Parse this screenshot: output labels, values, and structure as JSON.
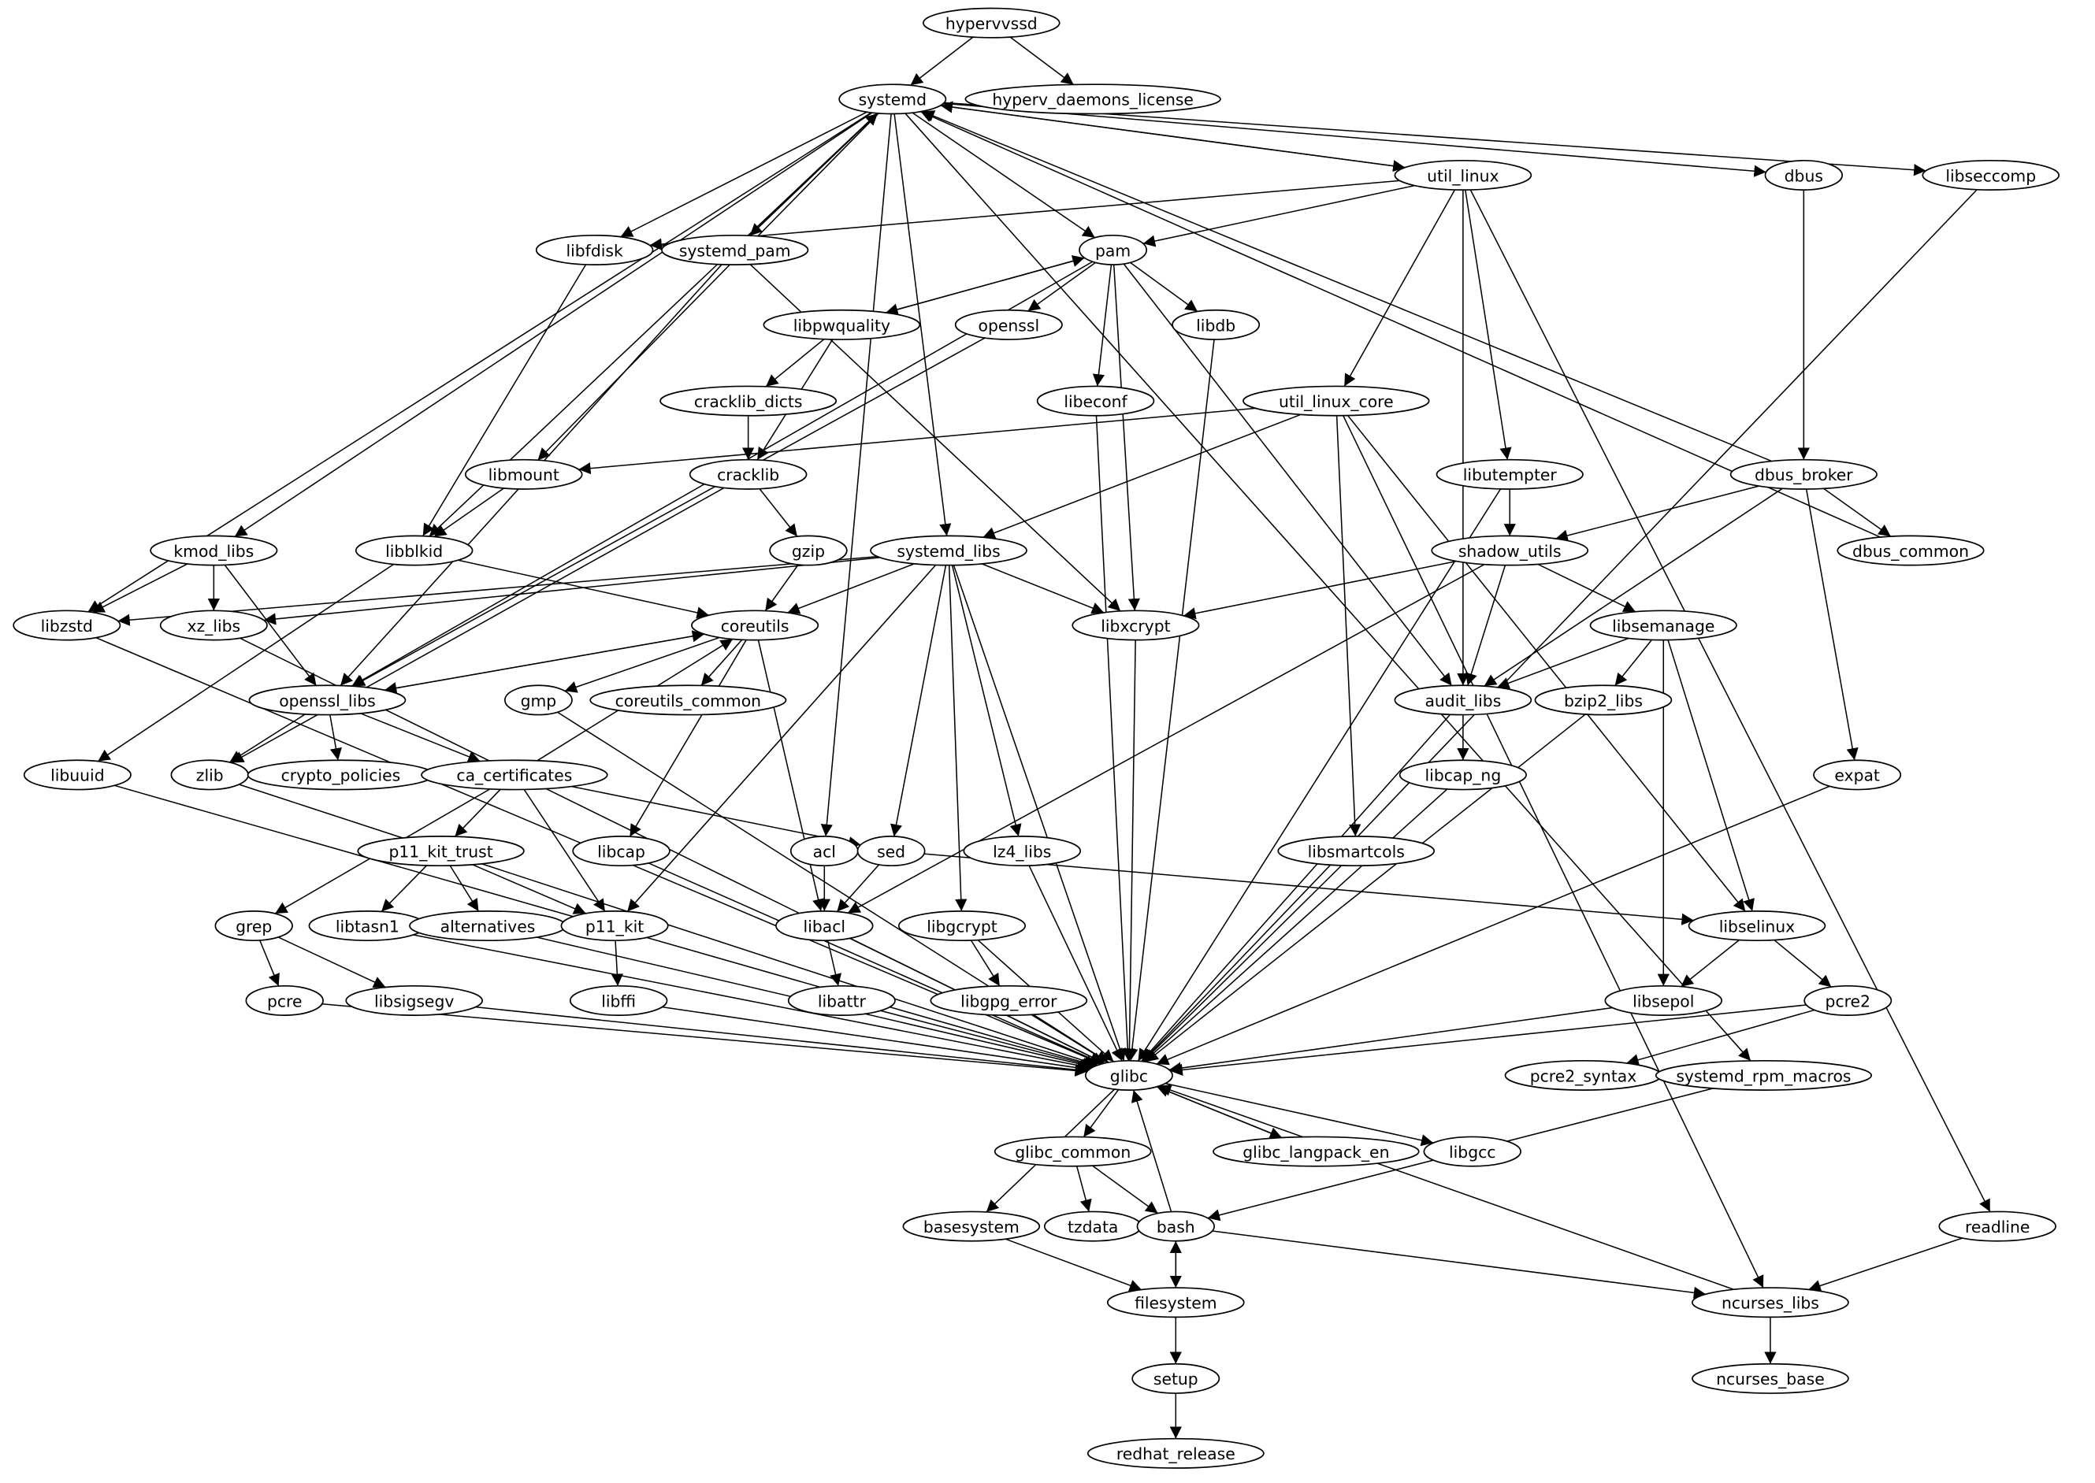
{
  "nodes": [
    "hypervvssd",
    "hyperv_daemons_license",
    "systemd",
    "util_linux",
    "dbus",
    "libseccomp",
    "libfdisk",
    "systemd_pam",
    "pam",
    "libpwquality",
    "openssl",
    "libdb",
    "libeconf",
    "util_linux_core",
    "cracklib_dicts",
    "libmount",
    "cracklib",
    "libutempter",
    "dbus_broker",
    "kmod_libs",
    "libblkid",
    "gzip",
    "systemd_libs",
    "shadow_utils",
    "dbus_common",
    "libzstd",
    "xz_libs",
    "coreutils",
    "libxcrypt",
    "libsemanage",
    "openssl_libs",
    "gmp",
    "coreutils_common",
    "audit_libs",
    "bzip2_libs",
    "libuuid",
    "zlib",
    "crypto_policies",
    "ca_certificates",
    "libcap_ng",
    "expat",
    "p11_kit_trust",
    "libcap",
    "acl",
    "sed",
    "lz4_libs",
    "libsmartcols",
    "grep",
    "libtasn1",
    "alternatives",
    "p11_kit",
    "libacl",
    "libgcrypt",
    "libselinux",
    "pcre",
    "libsigsegv",
    "libffi",
    "libattr",
    "libgpg_error",
    "libsepol",
    "pcre2",
    "glibc",
    "pcre2_syntax",
    "systemd_rpm_macros",
    "glibc_common",
    "glibc_langpack_en",
    "libgcc",
    "basesystem",
    "tzdata",
    "bash",
    "readline",
    "filesystem",
    "ncurses_libs",
    "setup",
    "ncurses_base",
    "redhat_release"
  ],
  "edges": [
    [
      "hypervvssd",
      "systemd"
    ],
    [
      "hypervvssd",
      "hyperv_daemons_license"
    ],
    [
      "systemd",
      "util_linux"
    ],
    [
      "systemd",
      "dbus"
    ],
    [
      "systemd",
      "libseccomp"
    ],
    [
      "systemd",
      "libfdisk"
    ],
    [
      "systemd",
      "systemd_pam"
    ],
    [
      "systemd",
      "pam"
    ],
    [
      "systemd",
      "libmount"
    ],
    [
      "systemd",
      "libblkid"
    ],
    [
      "systemd",
      "kmod_libs"
    ],
    [
      "systemd",
      "libzstd"
    ],
    [
      "systemd",
      "systemd_libs"
    ],
    [
      "systemd",
      "acl"
    ],
    [
      "systemd",
      "systemd_rpm_macros"
    ],
    [
      "systemd_pam",
      "systemd"
    ],
    [
      "systemd_pam",
      "libxcrypt"
    ],
    [
      "systemd_pam",
      "openssl_libs"
    ],
    [
      "dbus",
      "dbus_broker"
    ],
    [
      "dbus_broker",
      "systemd"
    ],
    [
      "dbus_common",
      "systemd"
    ],
    [
      "util_linux",
      "systemd"
    ],
    [
      "util_linux",
      "libfdisk"
    ],
    [
      "util_linux",
      "pam"
    ],
    [
      "util_linux",
      "util_linux_core"
    ],
    [
      "util_linux",
      "libutempter"
    ],
    [
      "util_linux",
      "audit_libs"
    ],
    [
      "util_linux",
      "readline"
    ],
    [
      "libfdisk",
      "libblkid"
    ],
    [
      "pam",
      "openssl"
    ],
    [
      "pam",
      "libdb"
    ],
    [
      "pam",
      "libeconf"
    ],
    [
      "pam",
      "libxcrypt"
    ],
    [
      "pam",
      "audit_libs"
    ],
    [
      "pam",
      "libpwquality"
    ],
    [
      "pam",
      "openssl_libs"
    ],
    [
      "libpwquality",
      "pam"
    ],
    [
      "libpwquality",
      "cracklib_dicts"
    ],
    [
      "libpwquality",
      "cracklib"
    ],
    [
      "openssl",
      "openssl_libs"
    ],
    [
      "libdb",
      "glibc"
    ],
    [
      "libeconf",
      "glibc"
    ],
    [
      "cracklib_dicts",
      "cracklib"
    ],
    [
      "cracklib",
      "gzip"
    ],
    [
      "cracklib",
      "zlib"
    ],
    [
      "util_linux_core",
      "libmount"
    ],
    [
      "util_linux_core",
      "systemd_libs"
    ],
    [
      "util_linux_core",
      "libsmartcols"
    ],
    [
      "util_linux_core",
      "libselinux"
    ],
    [
      "util_linux_core",
      "ncurses_libs"
    ],
    [
      "libmount",
      "libblkid"
    ],
    [
      "libblkid",
      "libuuid"
    ],
    [
      "libblkid",
      "coreutils"
    ],
    [
      "kmod_libs",
      "libzstd"
    ],
    [
      "kmod_libs",
      "xz_libs"
    ],
    [
      "kmod_libs",
      "openssl_libs"
    ],
    [
      "gzip",
      "coreutils"
    ],
    [
      "systemd_libs",
      "libzstd"
    ],
    [
      "systemd_libs",
      "xz_libs"
    ],
    [
      "systemd_libs",
      "coreutils"
    ],
    [
      "systemd_libs",
      "libxcrypt"
    ],
    [
      "systemd_libs",
      "p11_kit"
    ],
    [
      "systemd_libs",
      "sed"
    ],
    [
      "systemd_libs",
      "libgcrypt"
    ],
    [
      "systemd_libs",
      "lz4_libs"
    ],
    [
      "systemd_libs",
      "glibc"
    ],
    [
      "libutempter",
      "shadow_utils"
    ],
    [
      "libutempter",
      "glibc"
    ],
    [
      "dbus_broker",
      "shadow_utils"
    ],
    [
      "dbus_broker",
      "audit_libs"
    ],
    [
      "dbus_broker",
      "expat"
    ],
    [
      "dbus_broker",
      "dbus_common"
    ],
    [
      "shadow_utils",
      "libxcrypt"
    ],
    [
      "shadow_utils",
      "audit_libs"
    ],
    [
      "shadow_utils",
      "libsemanage"
    ],
    [
      "shadow_utils",
      "libacl"
    ],
    [
      "libsemanage",
      "audit_libs"
    ],
    [
      "libsemanage",
      "bzip2_libs"
    ],
    [
      "libsemanage",
      "libsepol"
    ],
    [
      "libsemanage",
      "libselinux"
    ],
    [
      "coreutils",
      "openssl_libs"
    ],
    [
      "coreutils",
      "gmp"
    ],
    [
      "coreutils",
      "coreutils_common"
    ],
    [
      "coreutils",
      "libacl"
    ],
    [
      "coreutils",
      "libcap"
    ],
    [
      "ca_certificates",
      "coreutils"
    ],
    [
      "openssl_libs",
      "coreutils"
    ],
    [
      "openssl_libs",
      "zlib"
    ],
    [
      "openssl_libs",
      "crypto_policies"
    ],
    [
      "openssl_libs",
      "ca_certificates"
    ],
    [
      "audit_libs",
      "libcap_ng"
    ],
    [
      "audit_libs",
      "glibc"
    ],
    [
      "libzstd",
      "glibc"
    ],
    [
      "xz_libs",
      "glibc"
    ],
    [
      "libuuid",
      "glibc"
    ],
    [
      "zlib",
      "glibc"
    ],
    [
      "gmp",
      "glibc"
    ],
    [
      "libcap",
      "glibc"
    ],
    [
      "ca_certificates",
      "grep"
    ],
    [
      "ca_certificates",
      "p11_kit_trust"
    ],
    [
      "ca_certificates",
      "p11_kit"
    ],
    [
      "ca_certificates",
      "sed"
    ],
    [
      "p11_kit_trust",
      "libtasn1"
    ],
    [
      "p11_kit_trust",
      "alternatives"
    ],
    [
      "p11_kit_trust",
      "p11_kit"
    ],
    [
      "acl",
      "libacl"
    ],
    [
      "sed",
      "libacl"
    ],
    [
      "sed",
      "libselinux"
    ],
    [
      "lz4_libs",
      "glibc"
    ],
    [
      "libsmartcols",
      "glibc"
    ],
    [
      "libcap_ng",
      "glibc"
    ],
    [
      "bzip2_libs",
      "glibc"
    ],
    [
      "expat",
      "glibc"
    ],
    [
      "libxcrypt",
      "glibc"
    ],
    [
      "libseccomp",
      "glibc"
    ],
    [
      "grep",
      "pcre"
    ],
    [
      "grep",
      "libsigsegv"
    ],
    [
      "libtasn1",
      "glibc"
    ],
    [
      "alternatives",
      "glibc"
    ],
    [
      "p11_kit",
      "libffi"
    ],
    [
      "libacl",
      "libattr"
    ],
    [
      "libacl",
      "glibc"
    ],
    [
      "libgcrypt",
      "libgpg_error"
    ],
    [
      "libgcrypt",
      "glibc"
    ],
    [
      "libselinux",
      "libsepol"
    ],
    [
      "libselinux",
      "pcre2"
    ],
    [
      "pcre",
      "glibc"
    ],
    [
      "libsigsegv",
      "glibc"
    ],
    [
      "libffi",
      "glibc"
    ],
    [
      "libattr",
      "glibc"
    ],
    [
      "libgpg_error",
      "glibc"
    ],
    [
      "libsepol",
      "glibc"
    ],
    [
      "pcre2",
      "glibc"
    ],
    [
      "pcre2",
      "pcre2_syntax"
    ],
    [
      "glibc",
      "glibc_common"
    ],
    [
      "glibc",
      "glibc_langpack_en"
    ],
    [
      "glibc",
      "libgcc"
    ],
    [
      "glibc",
      "basesystem"
    ],
    [
      "glibc_langpack_en",
      "glibc"
    ],
    [
      "glibc_common",
      "tzdata"
    ],
    [
      "glibc_common",
      "bash"
    ],
    [
      "bash",
      "glibc"
    ],
    [
      "bash",
      "filesystem"
    ],
    [
      "bash",
      "ncurses_libs"
    ],
    [
      "filesystem",
      "bash"
    ],
    [
      "filesystem",
      "setup"
    ],
    [
      "systemd_rpm_macros",
      "bash"
    ],
    [
      "basesystem",
      "filesystem"
    ],
    [
      "readline",
      "ncurses_libs"
    ],
    [
      "ncurses_libs",
      "glibc"
    ],
    [
      "ncurses_libs",
      "ncurses_base"
    ],
    [
      "setup",
      "redhat_release"
    ]
  ]
}
